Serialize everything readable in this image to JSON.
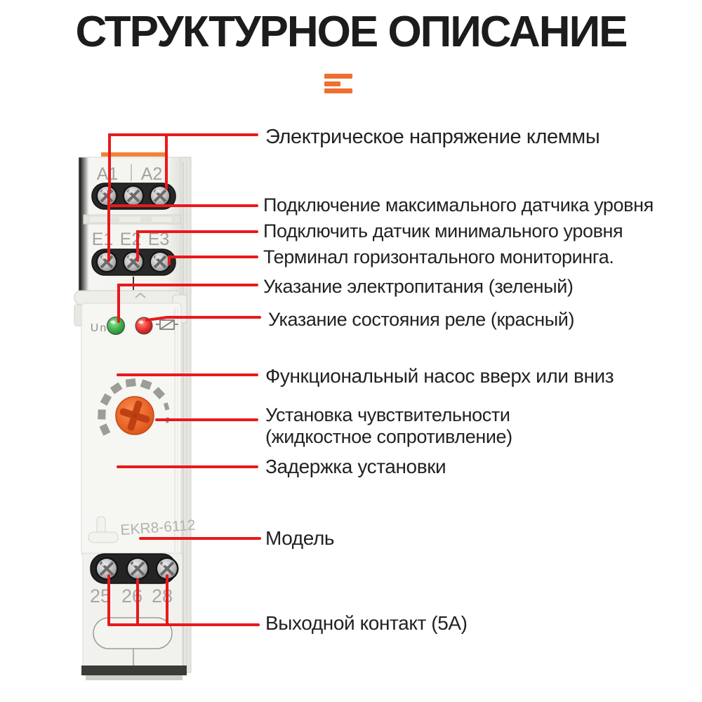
{
  "title": "СТРУКТУРНОЕ ОПИСАНИЕ",
  "colors": {
    "accent_orange": "#ee7030",
    "callout_red": "#e8191d",
    "led_green": "#3faf4a",
    "led_red": "#e63232",
    "knob_orange": "#e96427"
  },
  "device": {
    "model": "EKR8-6112",
    "power_led_label": "Un",
    "top_terminal_labels": [
      "A1",
      "A2"
    ],
    "sensor_terminal_labels": [
      "E1",
      "E2",
      "E3"
    ],
    "output_terminal_labels": [
      "25",
      "26",
      "28"
    ]
  },
  "callouts": [
    {
      "label": "Электрическое напряжение клеммы"
    },
    {
      "label": "Подключение максимального датчика уровня"
    },
    {
      "label": "Подключить датчик минимального уровня"
    },
    {
      "label": "Терминал горизонтального мониторинга."
    },
    {
      "label": "Указание электропитания (зеленый)"
    },
    {
      "label": "Указание состояния реле (красный)"
    },
    {
      "label": "Функциональный насос вверх или вниз"
    },
    {
      "label": "Установка чувствительности",
      "label2": "(жидкостное сопротивление)"
    },
    {
      "label": "Задержка установки"
    },
    {
      "label": "Модель"
    },
    {
      "label": "Выходной контакт (5А)"
    }
  ]
}
